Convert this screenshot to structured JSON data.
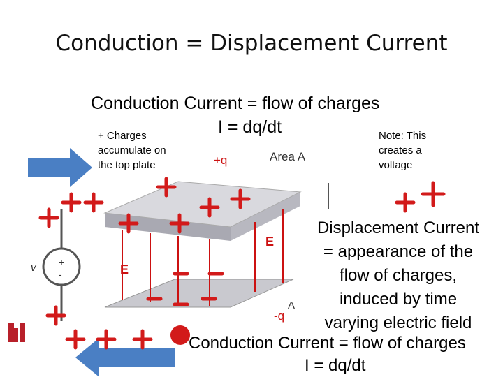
{
  "title": "Conduction = Displacement Current",
  "subtitle": {
    "line1": "Conduction Current = flow of charges",
    "line2": "I = dq/dt"
  },
  "charges_note": "+ Charges accumulate on the top plate",
  "voltage_note": "Note: This creates a voltage",
  "displacement": {
    "line1": "Displacement Current",
    "line2": "= appearance of the",
    "line3": "flow of charges,",
    "line4": "induced by time",
    "line5": "varying electric field"
  },
  "bottom": {
    "line1": "Conduction Current = flow of charges",
    "line2": "I = dq/dt"
  },
  "diagram": {
    "area_label": "Area A",
    "plus_q": "+q",
    "minus_q": "-q",
    "field_label": "E",
    "voltage_label": "v",
    "plus_sign": "+",
    "minus_sign": "-"
  },
  "colors": {
    "arrow_blue": "#4a7fc4",
    "plate_gray": "#c9c9cf",
    "field_red": "#cc1111",
    "charge_red": "#d21a1a",
    "wire": "#555555"
  }
}
